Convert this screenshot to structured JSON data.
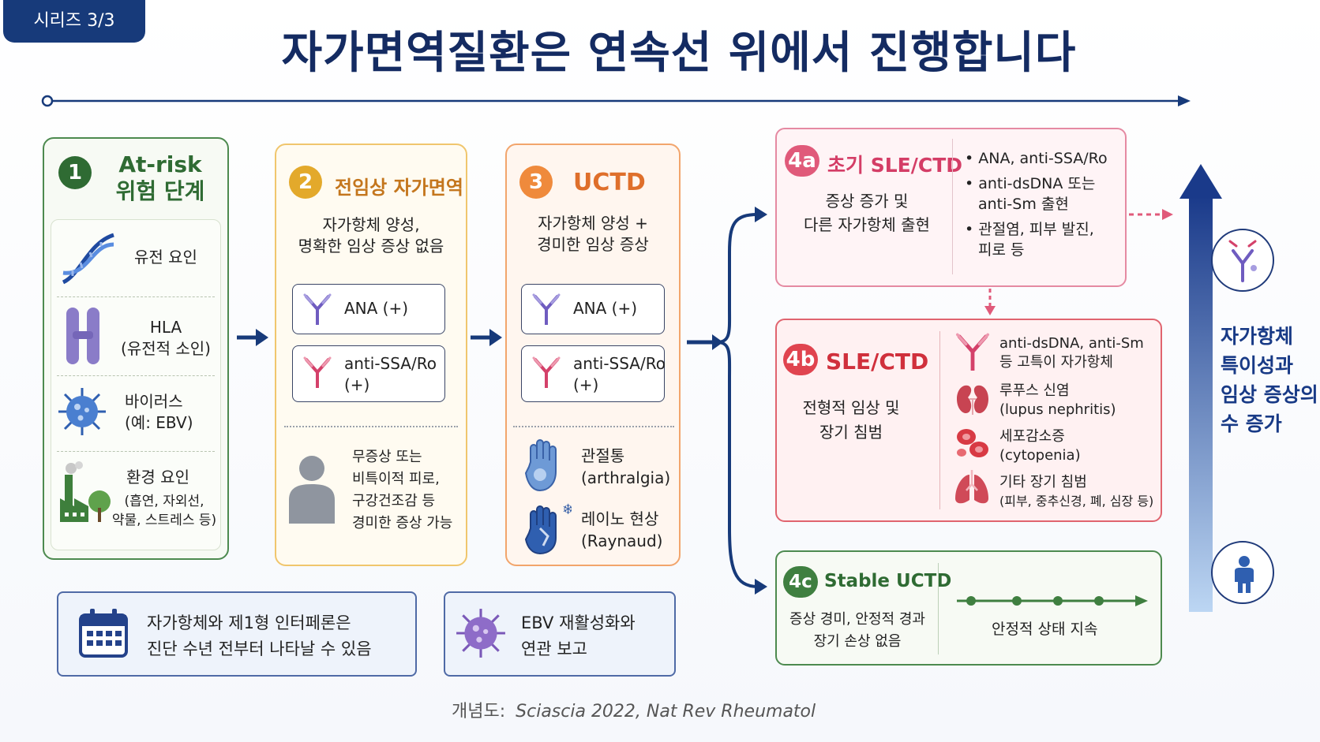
{
  "header": {
    "series_tag": "시리즈 3/3",
    "title": "자가면역질환은 연속선 위에서 진행합니다"
  },
  "stage1": {
    "number": "1",
    "title_line1": "At-risk",
    "title_line2": "위험 단계",
    "items": [
      {
        "icon": "dna-icon",
        "line1": "유전 요인",
        "line2": ""
      },
      {
        "icon": "chromosome-icon",
        "line1": "HLA",
        "line2": "(유전적 소인)"
      },
      {
        "icon": "virus-icon",
        "line1": "바이러스",
        "line2": "(예: EBV)"
      },
      {
        "icon": "factory-icon",
        "line1": "환경 요인",
        "line2": "(흡연, 자외선,",
        "line3": "약물, 스트레스 등)"
      }
    ]
  },
  "stage2": {
    "number": "2",
    "title": "전임상 자가면역",
    "desc_line1": "자가항체 양성,",
    "desc_line2": "명확한 임상 증상 없음",
    "antibodies": [
      {
        "label_line1": "ANA (+)",
        "label_line2": ""
      },
      {
        "label_line1": "anti-SSA/Ro",
        "label_line2": "(+)"
      }
    ],
    "note": [
      "무증상 또는",
      "비특이적 피로,",
      "구강건조감 등",
      "경미한 증상 가능"
    ]
  },
  "stage3": {
    "number": "3",
    "title": "UCTD",
    "desc_line1": "자가항체 양성 +",
    "desc_line2": "경미한 임상 증상",
    "antibodies": [
      {
        "label_line1": "ANA (+)",
        "label_line2": ""
      },
      {
        "label_line1": "anti-SSA/Ro",
        "label_line2": "(+)"
      }
    ],
    "symptoms": [
      {
        "icon": "hand-joint-icon",
        "line1": "관절통",
        "line2": "(arthralgia)"
      },
      {
        "icon": "cold-hand-icon",
        "line1": "레이노 현상",
        "line2": "(Raynaud)"
      }
    ]
  },
  "outcome_4a": {
    "tag": "4a",
    "title": "초기 SLE/CTD",
    "desc_line1": "증상 증가 및",
    "desc_line2": "다른 자가항체 출현",
    "bullets": [
      {
        "line1": "ANA, anti-SSA/Ro",
        "line2": ""
      },
      {
        "line1": "anti-dsDNA 또는",
        "line2": "anti-Sm 출현"
      },
      {
        "line1": "관절염, 피부 발진,",
        "line2": "피로 등"
      }
    ]
  },
  "outcome_4b": {
    "tag": "4b",
    "title": "SLE/CTD",
    "desc_line1": "전형적 임상 및",
    "desc_line2": "장기 침범",
    "items": [
      {
        "icon": "antibody-icon",
        "line1": "anti-dsDNA, anti-Sm",
        "line2": "등 고특이 자가항체"
      },
      {
        "icon": "kidney-icon",
        "line1": "루푸스 신염",
        "line2": "(lupus nephritis)"
      },
      {
        "icon": "blood-cell-icon",
        "line1": "세포감소증",
        "line2": "(cytopenia)"
      },
      {
        "icon": "lungs-icon",
        "line1": "기타 장기 침범",
        "line2": "(피부, 중추신경, 폐, 심장 등)"
      }
    ]
  },
  "outcome_4c": {
    "tag": "4c",
    "title": "Stable UCTD",
    "desc_line1": "증상 경미, 안정적 경과",
    "desc_line2": "장기 손상 없음",
    "timeline_label": "안정적 상태 지속"
  },
  "side_label": [
    "자가항체",
    "특이성과",
    "임상 증상의",
    "수 증가"
  ],
  "notes": [
    {
      "icon": "calendar-icon",
      "line1": "자가항체와 제1형 인터페론은",
      "line2": "진단 수년 전부터 나타날 수 있음"
    },
    {
      "icon": "virus-icon",
      "line1": "EBV 재활성화와",
      "line2": "연관 보고"
    }
  ],
  "citation": {
    "prefix": "개념도:",
    "source": "Sciascia 2022, Nat Rev Rheumatol"
  },
  "colors": {
    "navy": "#173a7a",
    "green": "#2f6b33",
    "yellow": "#e3a92b",
    "orange": "#ef8a3c",
    "pink": "#e05a7a",
    "red": "#e0444f"
  }
}
